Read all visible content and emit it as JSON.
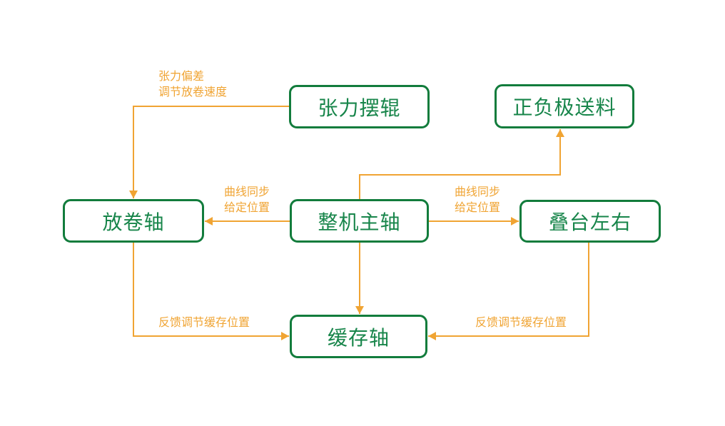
{
  "diagram": {
    "title": "stacking-machine-axis-sync-flowchart",
    "palette": {
      "node_border": "#127c3c",
      "node_text": "#17854a",
      "node_fill": "#ffffff",
      "connector": "#f0a433",
      "background": "#ffffff"
    },
    "nodes": [
      {
        "id": "tension-roller",
        "label": "张力摆辊"
      },
      {
        "id": "electrode-feed",
        "label": "正负极送料"
      },
      {
        "id": "unwind-axis",
        "label": "放卷轴"
      },
      {
        "id": "main-axis",
        "label": "整机主轴"
      },
      {
        "id": "stack-table",
        "label": "叠台左右"
      },
      {
        "id": "buffer-axis",
        "label": "缓存轴"
      }
    ],
    "edges": [
      {
        "id": "tension-to-unwind",
        "from": "tension-roller",
        "to": "unwind-axis",
        "label": "张力偏差 调节放卷速度"
      },
      {
        "id": "main-to-unwind",
        "from": "main-axis",
        "to": "unwind-axis",
        "label": "曲线同步 给定位置"
      },
      {
        "id": "main-to-stack",
        "from": "main-axis",
        "to": "stack-table",
        "label": "曲线同步 给定位置"
      },
      {
        "id": "main-to-electrode",
        "from": "main-axis",
        "to": "electrode-feed",
        "label": ""
      },
      {
        "id": "main-to-buffer",
        "from": "main-axis",
        "to": "buffer-axis",
        "label": ""
      },
      {
        "id": "unwind-to-buffer",
        "from": "unwind-axis",
        "to": "buffer-axis",
        "label": "反馈调节缓存位置"
      },
      {
        "id": "stack-to-buffer",
        "from": "stack-table",
        "to": "buffer-axis",
        "label": "反馈调节缓存位置"
      }
    ],
    "edge_labels": [
      {
        "id": "tension-note",
        "lines": [
          "张力偏差",
          "调节放卷速度"
        ]
      },
      {
        "id": "sync-left",
        "lines": [
          "曲线同步",
          "给定位置"
        ]
      },
      {
        "id": "sync-right",
        "lines": [
          "曲线同步",
          "给定位置"
        ]
      },
      {
        "id": "feedback-left",
        "lines": [
          "反馈调节缓存位置"
        ]
      },
      {
        "id": "feedback-right",
        "lines": [
          "反馈调节缓存位置"
        ]
      }
    ]
  }
}
